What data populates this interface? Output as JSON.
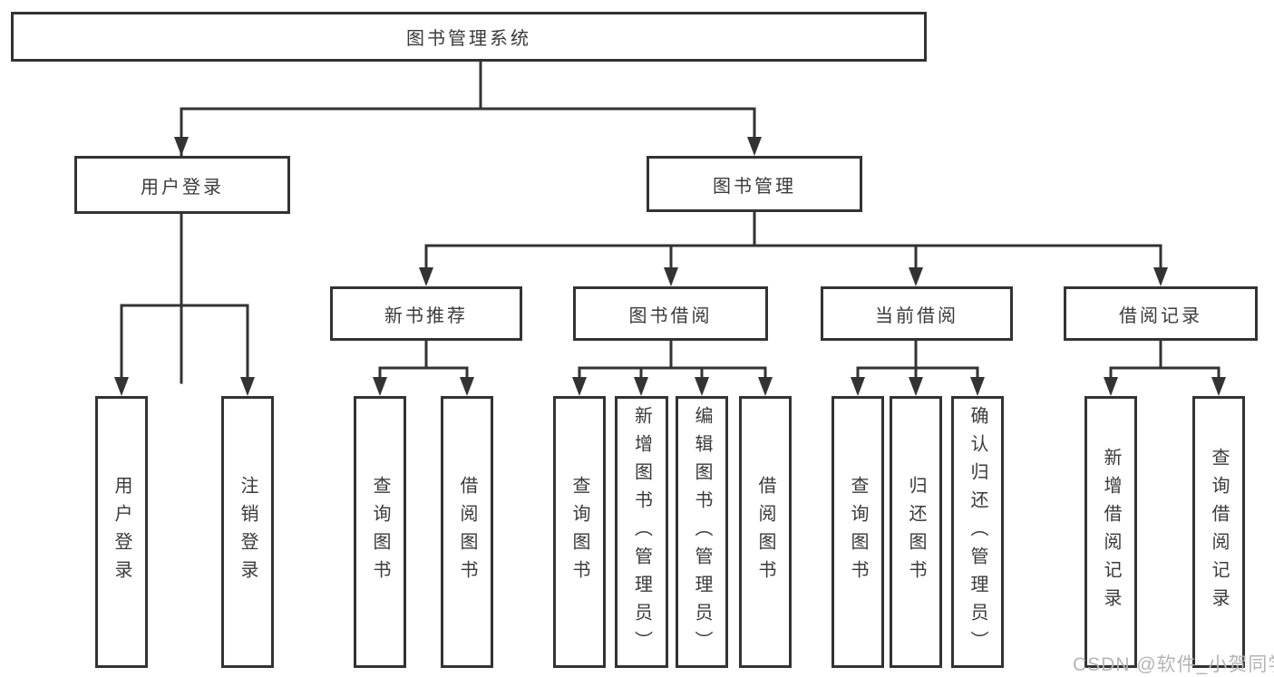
{
  "diagram": {
    "root": {
      "label": "图书管理系统"
    },
    "branches": [
      {
        "label": "用户登录",
        "children": [
          {
            "label": "用户登录"
          },
          {
            "label": "注销登录"
          }
        ]
      },
      {
        "label": "图书管理",
        "children": [
          {
            "label": "新书推荐",
            "children": [
              {
                "label": "查询图书"
              },
              {
                "label": "借阅图书"
              }
            ]
          },
          {
            "label": "图书借阅",
            "children": [
              {
                "label": "查询图书"
              },
              {
                "label": "新增图书（管理员）"
              },
              {
                "label": "编辑图书（管理员）"
              },
              {
                "label": "借阅图书"
              }
            ]
          },
          {
            "label": "当前借阅",
            "children": [
              {
                "label": "查询图书"
              },
              {
                "label": "归还图书"
              },
              {
                "label": "确认归还（管理员）"
              }
            ]
          },
          {
            "label": "借阅记录",
            "children": [
              {
                "label": "新增借阅记录"
              },
              {
                "label": "查询借阅记录"
              }
            ]
          }
        ]
      }
    ]
  },
  "watermark": {
    "text": "CSDN @软件_小贺同学"
  },
  "colors": {
    "line": "#333333",
    "text": "#3a3a3a",
    "box_background": "#ffffff",
    "watermark": "#b5b5b5",
    "background": "#ffffff"
  }
}
